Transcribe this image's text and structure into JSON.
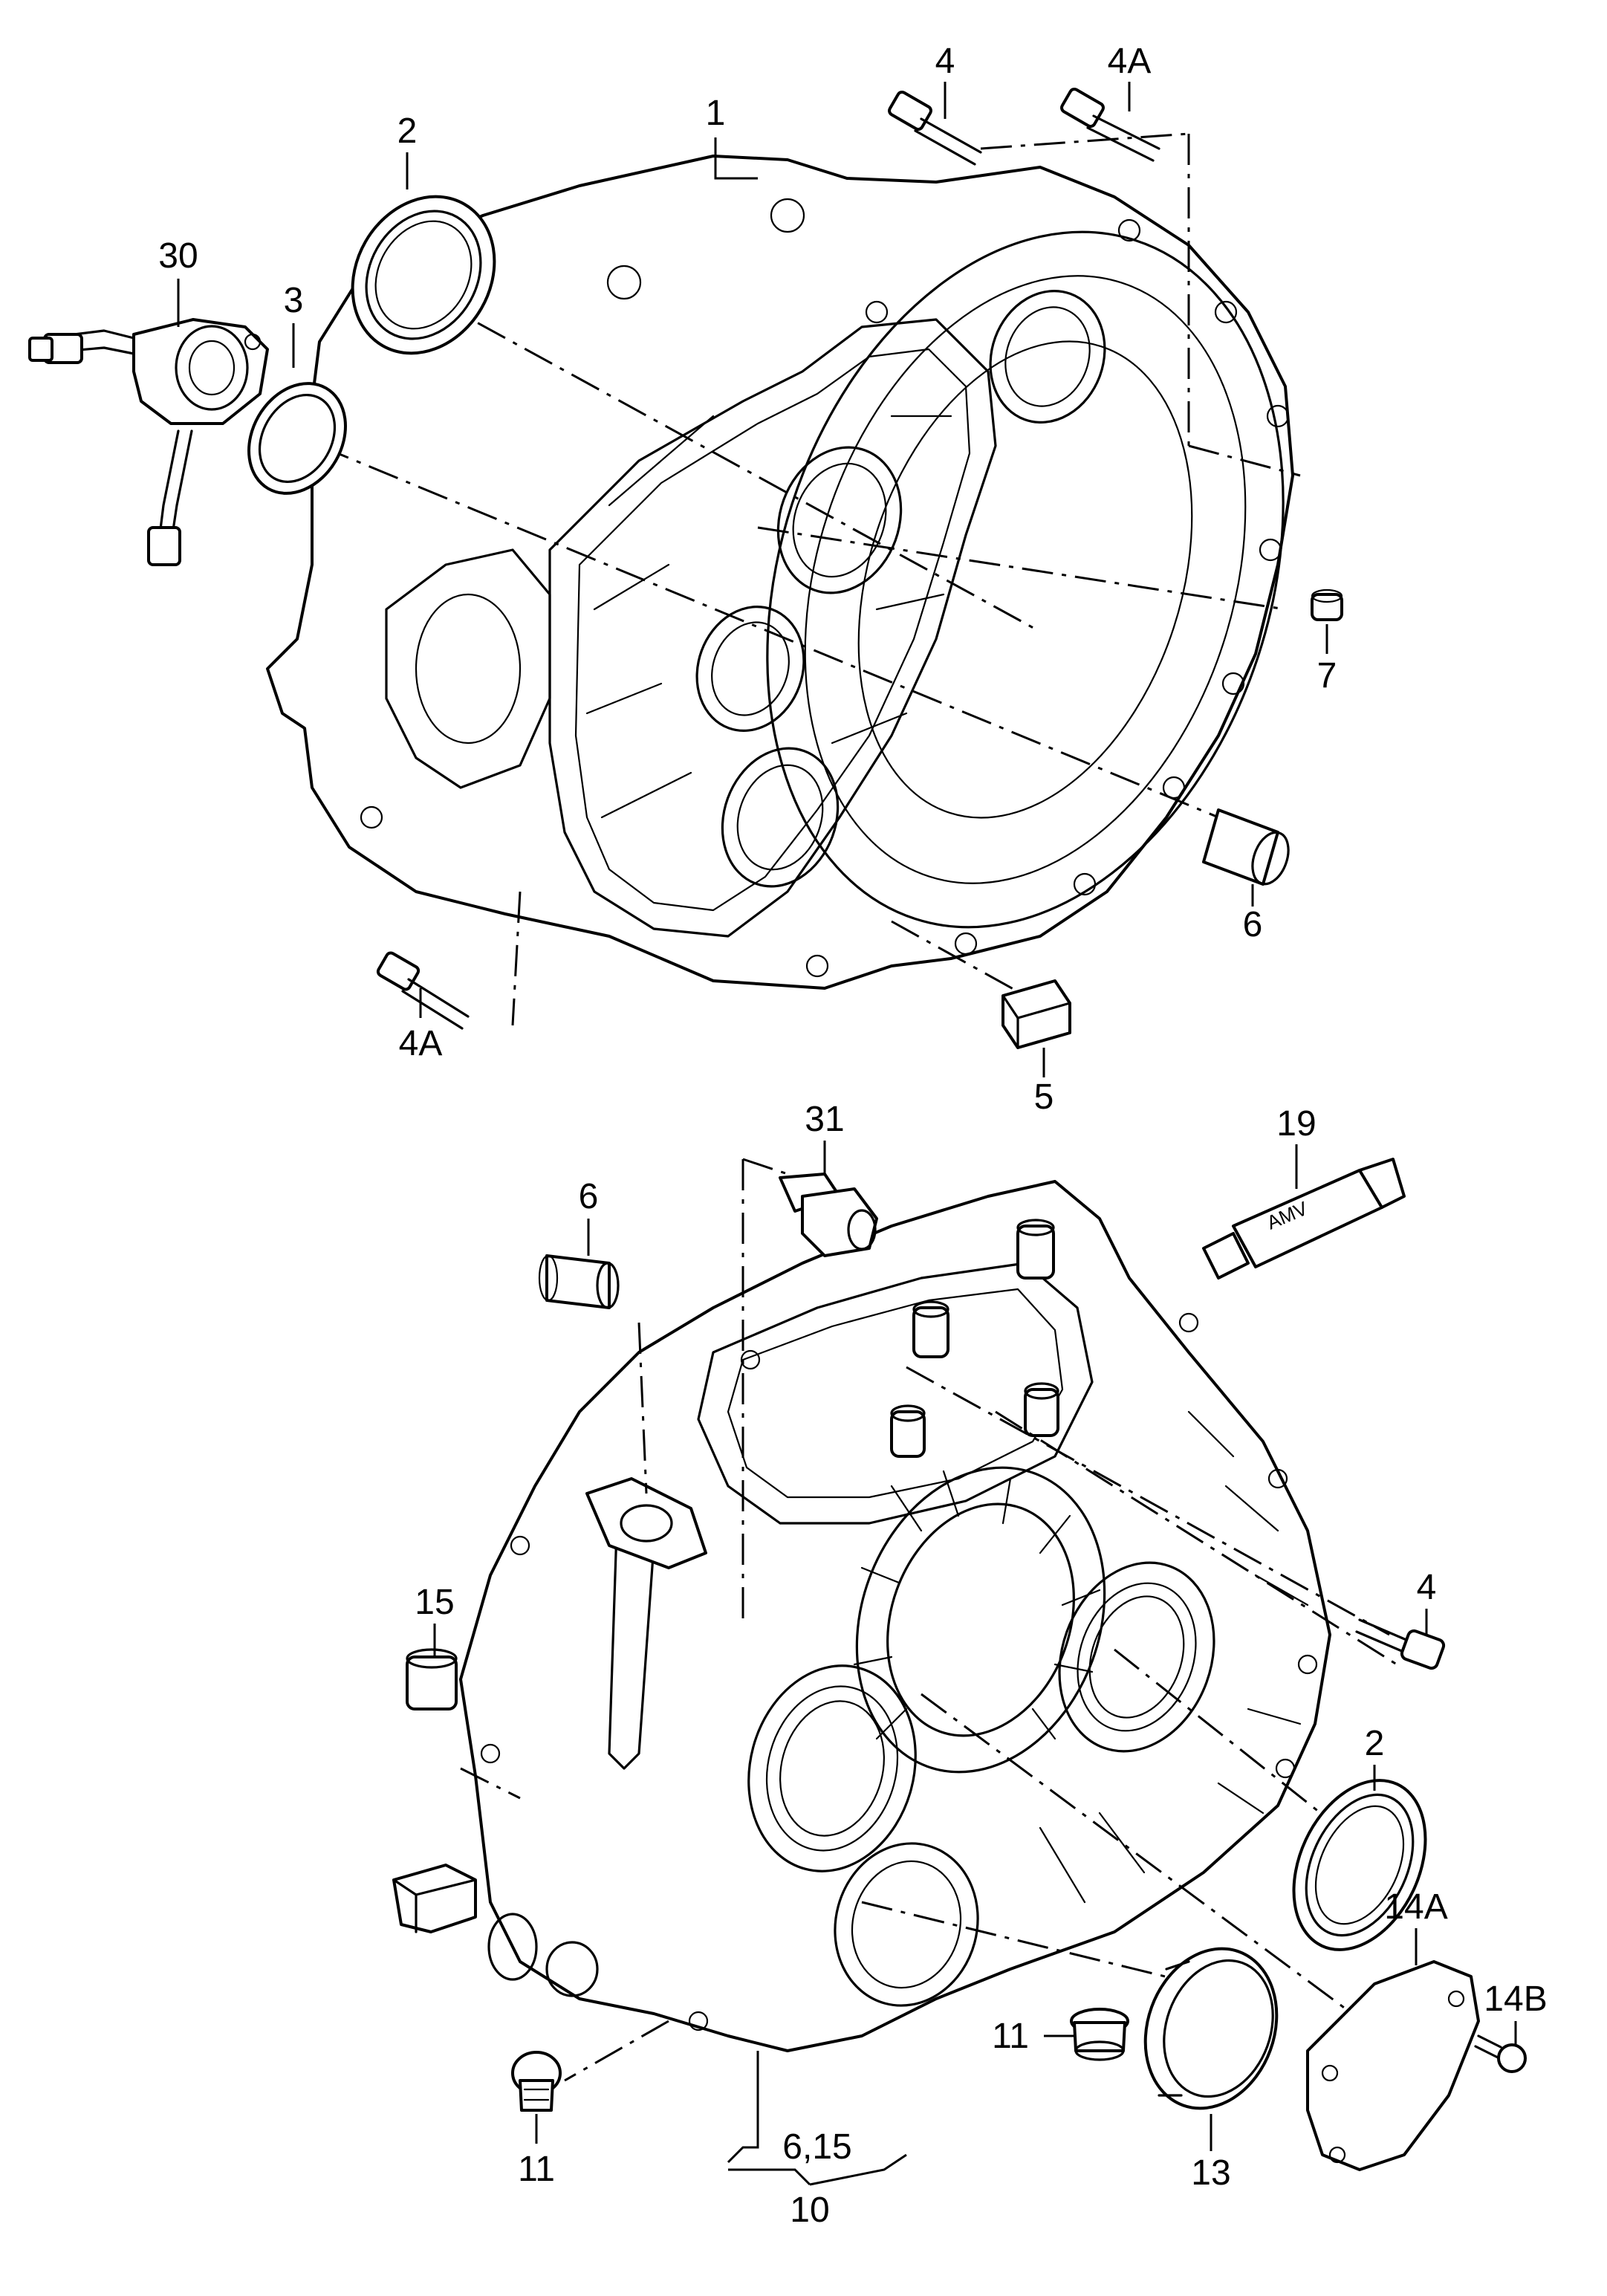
{
  "labels": {
    "p1": "1",
    "p2": "2",
    "p3": "3",
    "p4": "4",
    "p4a_top": "4A",
    "p30": "30",
    "p7": "7",
    "p6_top": "6",
    "p5": "5",
    "p4a_bottom": "4A",
    "p31": "31",
    "p19": "19",
    "p6_lower": "6",
    "p15": "15",
    "p4_lower": "4",
    "p2_lower": "2",
    "p14a": "14A",
    "p14b": "14B",
    "p11_left": "11",
    "p11_right": "11",
    "p13": "13",
    "p6_15": "6,15",
    "p10": "10"
  },
  "tube_text": "AMV",
  "colors": {
    "line": "#000000",
    "background": "#ffffff"
  }
}
